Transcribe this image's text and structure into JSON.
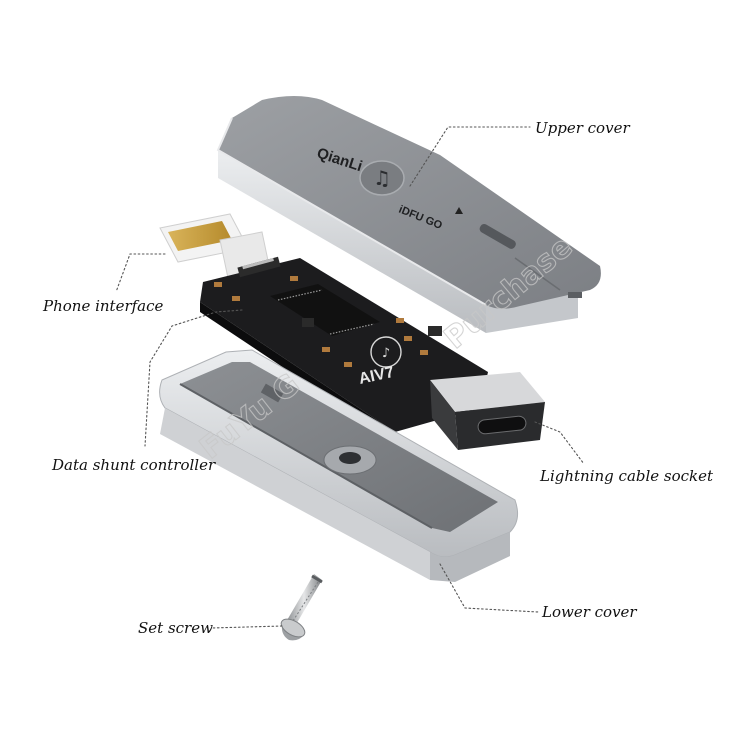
{
  "callouts": {
    "upper_cover": "Upper cover",
    "phone_interface": "Phone interface",
    "data_shunt_controller": "Data shunt controller",
    "lightning_cable_socket": "Lightning cable socket",
    "lower_cover": "Lower cover",
    "set_screw": "Set screw"
  },
  "device_marks": {
    "brand": "QianLi",
    "model": "iDFU GO",
    "board_mark": "AIV7"
  },
  "watermark": {
    "left": "FuYu G",
    "right": "Purchase"
  },
  "colors": {
    "cover_top": "#8f9296",
    "cover_edge": "#d6d8db",
    "pcb": "#1c1c1e",
    "leader": "#555555"
  }
}
